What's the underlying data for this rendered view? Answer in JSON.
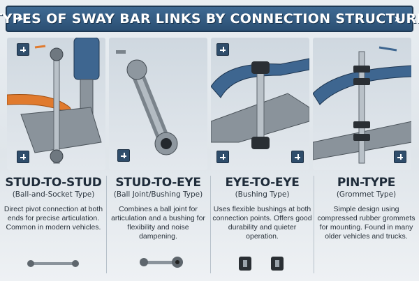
{
  "banner": {
    "title": "TYPES OF SWAY BAR LINKS BY CONNECTION STRUCTURE"
  },
  "types": [
    {
      "name": "STUD-TO-STUD",
      "subtitle": "(Ball-and-Socket Type)",
      "description": "Direct pivot connection at both ends for precise articulation. Common in modern vehicles."
    },
    {
      "name": "STUD-TO-EYE",
      "subtitle": "(Ball Joint/Bushing Type)",
      "description": "Combines a ball joint for articulation and a bushing for flexibility and noise dampening."
    },
    {
      "name": "EYE-TO-EYE",
      "subtitle": "(Bushing Type)",
      "description": "Uses flexible bushings at both connection points. Offers good durability and quieter operation."
    },
    {
      "name": "PIN-TYPE",
      "subtitle": "(Grommet Type)",
      "description": "Simple design using compressed rubber grommets for mounting. Found in many older vehicles and trucks."
    }
  ],
  "icons": [
    "direction-badge-icon",
    "sway-bar-link-illustration",
    "motion-arrow-icon"
  ],
  "colors": {
    "banner": "#2b4f73",
    "sway_bar_blue": "#3e6690",
    "sway_bar_orange": "#e07a2e",
    "steel": "#9aa3ab"
  }
}
